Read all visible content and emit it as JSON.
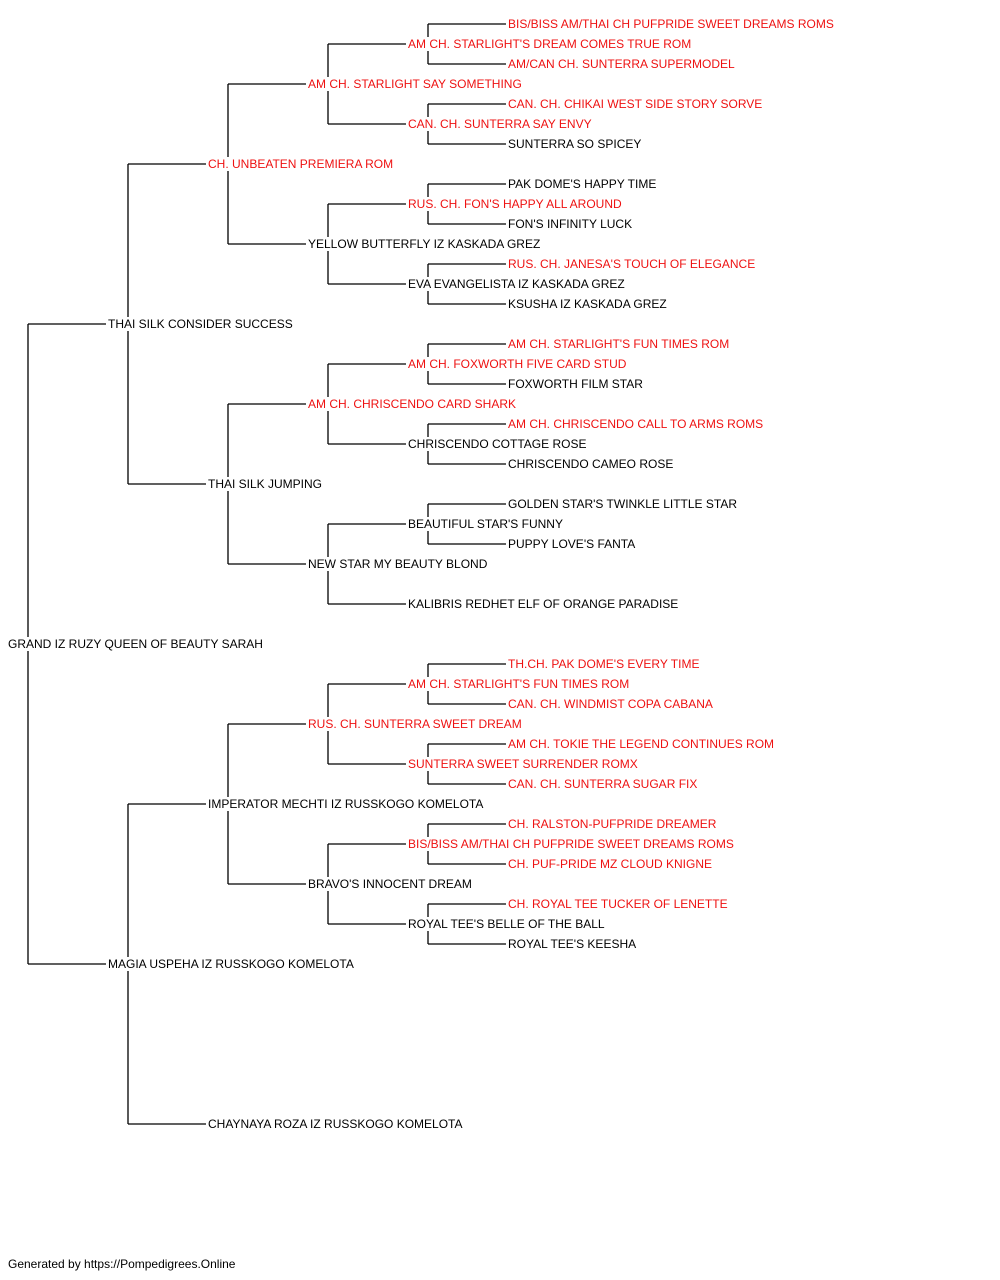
{
  "colors": {
    "champion": "#ee1111",
    "normal": "#000000",
    "line": "#000000"
  },
  "pedigree": {
    "name": "GRAND IZ RUZY QUEEN OF BEAUTY SARAH",
    "champion": false,
    "sire": {
      "name": "THAI SILK CONSIDER SUCCESS",
      "champion": false,
      "sire": {
        "name": "CH. UNBEATEN PREMIERA ROM",
        "champion": true,
        "sire": {
          "name": "AM CH. STARLIGHT SAY SOMETHING",
          "champion": true,
          "sire": {
            "name": "AM CH. STARLIGHT'S DREAM COMES TRUE ROM",
            "champion": true,
            "sire": {
              "name": "BIS/BISS AM/THAI CH PUFPRIDE SWEET DREAMS ROMS",
              "champion": true
            },
            "dam": {
              "name": "AM/CAN CH. SUNTERRA SUPERMODEL",
              "champion": true
            }
          },
          "dam": {
            "name": "CAN. CH. SUNTERRA SAY ENVY",
            "champion": true,
            "sire": {
              "name": "CAN. CH. CHIKAI WEST SIDE STORY SORVE",
              "champion": true
            },
            "dam": {
              "name": "SUNTERRA SO SPICEY",
              "champion": false
            }
          }
        },
        "dam": {
          "name": "YELLOW BUTTERFLY IZ KASKADA GREZ",
          "champion": false,
          "sire": {
            "name": "RUS. CH. FON'S HAPPY ALL AROUND",
            "champion": true,
            "sire": {
              "name": "PAK DOME'S HAPPY TIME",
              "champion": false
            },
            "dam": {
              "name": "FON'S INFINITY LUCK",
              "champion": false
            }
          },
          "dam": {
            "name": "EVA EVANGELISTA IZ KASKADA GREZ",
            "champion": false,
            "sire": {
              "name": "RUS. CH. JANESA'S TOUCH OF ELEGANCE",
              "champion": true
            },
            "dam": {
              "name": "KSUSHA IZ KASKADA GREZ",
              "champion": false
            }
          }
        }
      },
      "dam": {
        "name": "THAI SILK JUMPING",
        "champion": false,
        "sire": {
          "name": "AM CH. CHRISCENDO CARD SHARK",
          "champion": true,
          "sire": {
            "name": "AM CH. FOXWORTH FIVE CARD STUD",
            "champion": true,
            "sire": {
              "name": "AM CH. STARLIGHT'S FUN TIMES ROM",
              "champion": true
            },
            "dam": {
              "name": "FOXWORTH FILM STAR",
              "champion": false
            }
          },
          "dam": {
            "name": "CHRISCENDO COTTAGE ROSE",
            "champion": false,
            "sire": {
              "name": "AM CH. CHRISCENDO CALL TO ARMS ROMS",
              "champion": true
            },
            "dam": {
              "name": "CHRISCENDO CAMEO ROSE",
              "champion": false
            }
          }
        },
        "dam": {
          "name": "NEW STAR MY BEAUTY BLOND",
          "champion": false,
          "sire": {
            "name": "BEAUTIFUL STAR'S FUNNY",
            "champion": false,
            "sire": {
              "name": "GOLDEN STAR'S TWINKLE LITTLE STAR",
              "champion": false
            },
            "dam": {
              "name": "PUPPY LOVE'S FANTA",
              "champion": false
            }
          },
          "dam": {
            "name": "KALIBRIS REDHET ELF OF ORANGE PARADISE",
            "champion": false
          }
        }
      }
    },
    "dam": {
      "name": "MAGIA USPEHA IZ RUSSKOGO KOMELOTA",
      "champion": false,
      "sire": {
        "name": "IMPERATOR MECHTI IZ RUSSKOGO KOMELOTA",
        "champion": false,
        "sire": {
          "name": "RUS. CH. SUNTERRA SWEET DREAM",
          "champion": true,
          "sire": {
            "name": "AM CH. STARLIGHT'S FUN TIMES ROM",
            "champion": true,
            "sire": {
              "name": "TH.CH. PAK DOME'S EVERY TIME",
              "champion": true
            },
            "dam": {
              "name": "CAN. CH. WINDMIST COPA CABANA",
              "champion": true
            }
          },
          "dam": {
            "name": "SUNTERRA SWEET SURRENDER ROMX",
            "champion": true,
            "sire": {
              "name": "AM CH. TOKIE THE LEGEND CONTINUES ROM",
              "champion": true
            },
            "dam": {
              "name": "CAN. CH. SUNTERRA SUGAR FIX",
              "champion": true
            }
          }
        },
        "dam": {
          "name": "BRAVO'S INNOCENT DREAM",
          "champion": false,
          "sire": {
            "name": "BIS/BISS AM/THAI CH PUFPRIDE SWEET DREAMS ROMS",
            "champion": true,
            "sire": {
              "name": "CH. RALSTON-PUFPRIDE DREAMER",
              "champion": true
            },
            "dam": {
              "name": "CH. PUF-PRIDE MZ CLOUD KNIGNE",
              "champion": true
            }
          },
          "dam": {
            "name": "ROYAL TEE'S BELLE OF THE BALL",
            "champion": false,
            "sire": {
              "name": "CH. ROYAL TEE TUCKER OF LENETTE",
              "champion": true
            },
            "dam": {
              "name": "ROYAL TEE'S KEESHA",
              "champion": false
            }
          }
        }
      },
      "dam": {
        "name": "CHAYNAYA ROZA IZ RUSSKOGO KOMELOTA",
        "champion": false
      }
    }
  },
  "footer": "Generated by https://Pompedigrees.Online"
}
